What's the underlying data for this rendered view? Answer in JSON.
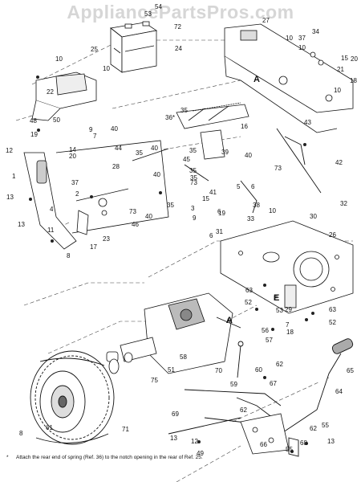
{
  "watermark": "AppliancePartsPros.com",
  "callout_letters": [
    "A",
    "E",
    "A"
  ],
  "part_numbers": [
    "54",
    "53",
    "72",
    "24",
    "27",
    "10",
    "37",
    "34",
    "10",
    "15",
    "20",
    "21",
    "18",
    "10",
    "10",
    "25",
    "10",
    "22",
    "48",
    "19",
    "50",
    "9",
    "40",
    "43",
    "36*",
    "35",
    "16",
    "7",
    "14",
    "20",
    "44",
    "35",
    "40",
    "45",
    "35",
    "39",
    "40",
    "73",
    "42",
    "12",
    "28",
    "35",
    "1",
    "40",
    "35",
    "73",
    "37",
    "2",
    "13",
    "4",
    "3",
    "15",
    "41",
    "5",
    "6",
    "32",
    "38",
    "35",
    "40",
    "73",
    "46",
    "33",
    "13",
    "11",
    "23",
    "17",
    "6",
    "30",
    "10",
    "19",
    "9",
    "8",
    "6",
    "31",
    "26",
    "63",
    "52",
    "E",
    "53",
    "29",
    "63",
    "52",
    "7",
    "18",
    "A",
    "56",
    "57",
    "58",
    "75",
    "51",
    "70",
    "62",
    "60",
    "67",
    "59",
    "65",
    "61",
    "71",
    "64",
    "55",
    "13",
    "69",
    "62",
    "13",
    "62",
    "66",
    "68",
    "55",
    "49",
    "12",
    "8"
  ],
  "footnote": {
    "star": "*",
    "text": "Attach the rear end of spring (Ref. 36) to the notch opening in the rear of Ref. 25."
  }
}
